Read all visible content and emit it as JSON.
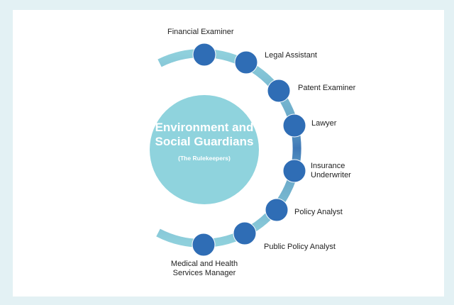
{
  "center": {
    "title": "Environment and Social Guardians",
    "subtitle": "(The Rulekeepers)"
  },
  "careers": [
    {
      "label": "Financial Examiner"
    },
    {
      "label": "Legal Assistant"
    },
    {
      "label": "Patent Examiner"
    },
    {
      "label": "Lawyer"
    },
    {
      "label": "Insurance Underwriter"
    },
    {
      "label": "Policy Analyst"
    },
    {
      "label": "Public Policy Analyst"
    },
    {
      "label": "Medical and Health Services Manager"
    }
  ],
  "colors": {
    "center_circle": "#8fd3dd",
    "node": "#2f6db5",
    "arc_light": "#8fd0dc",
    "arc_dark": "#3f78b6",
    "background": "#e3f1f4"
  }
}
